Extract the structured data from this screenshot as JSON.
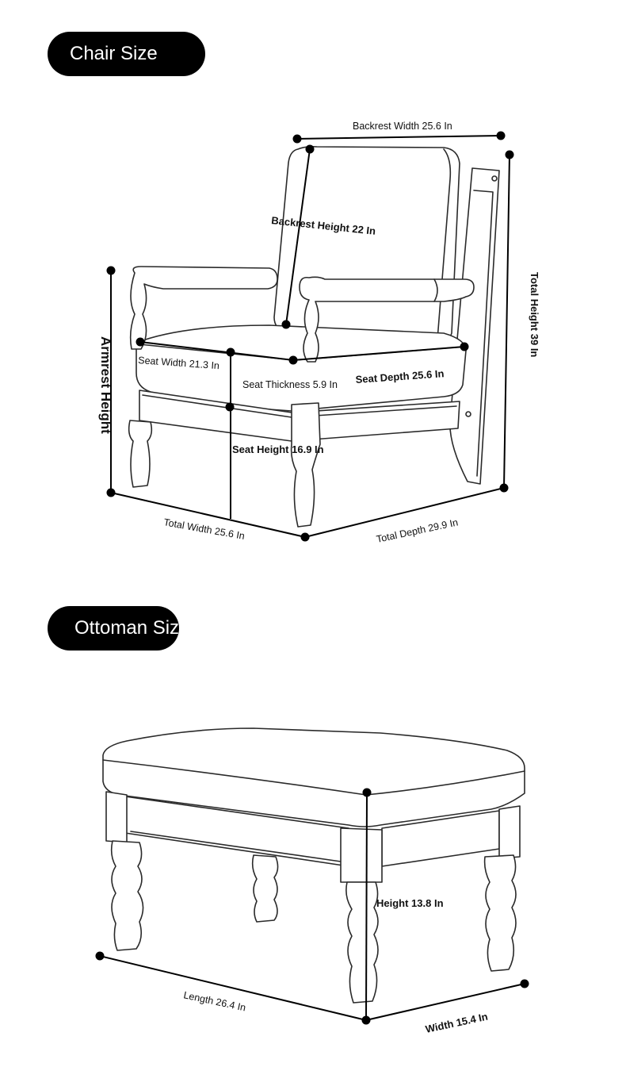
{
  "sections": {
    "chair_title": "Chair Size",
    "ottoman_title": "Ottoman Size"
  },
  "chair_dimensions": {
    "backrest_width": "Backrest Width 25.6 In",
    "backrest_height": "Backrest Height 22 In",
    "total_height": "Total Height 39 In",
    "armrest_height": "Armrest Height",
    "seat_width": "Seat Width 21.3 In",
    "seat_thickness": "Seat Thickness 5.9 In",
    "seat_depth": "Seat Depth 25.6 In",
    "seat_height": "Seat Height 16.9 In",
    "total_width": "Total Width 25.6 In",
    "total_depth": "Total Depth 29.9 In"
  },
  "ottoman_dimensions": {
    "height": "Height 13.8 In",
    "length": "Length 26.4 In",
    "width": "Width 15.4 In"
  }
}
